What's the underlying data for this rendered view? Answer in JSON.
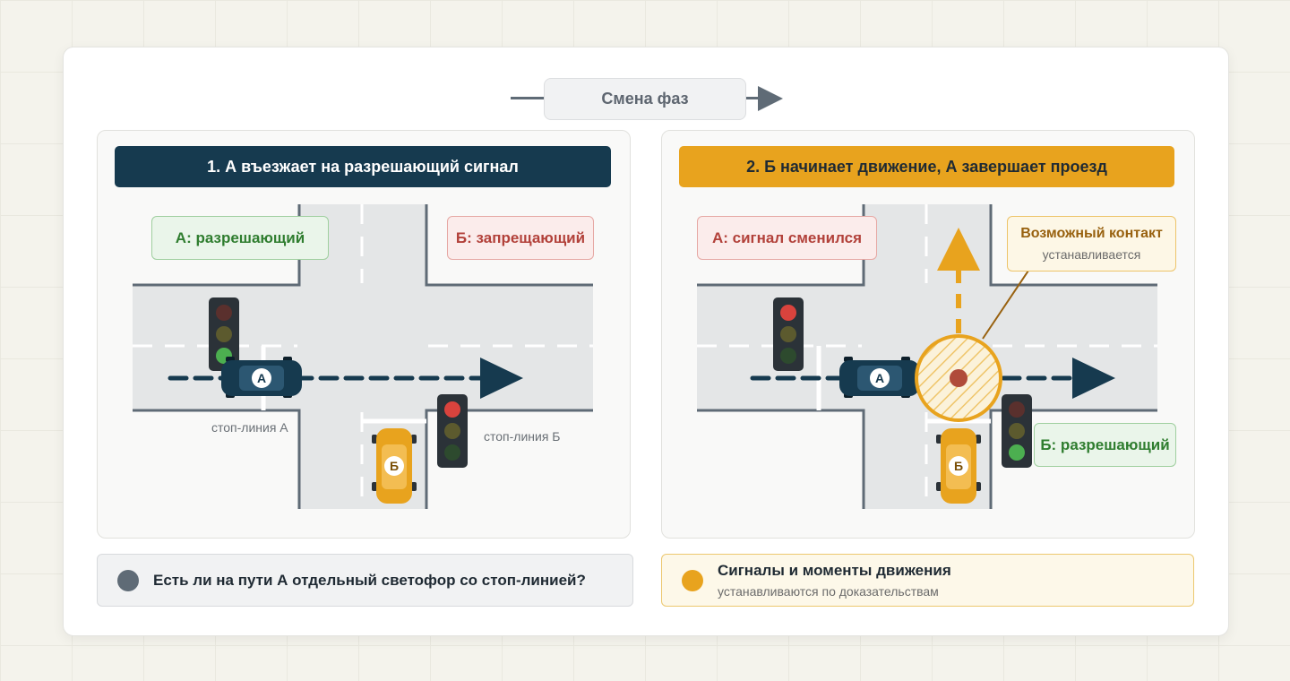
{
  "header": {
    "phase_label": "Смена фаз"
  },
  "panel1": {
    "title": "1. А въезжает на разрешающий сигнал",
    "label_a": "А: разрешающий",
    "label_b": "Б: запрещающий",
    "stop_a": "стоп-линия А",
    "stop_b": "стоп-линия Б",
    "car_a": "А",
    "car_b": "Б"
  },
  "panel2": {
    "title": "2. Б начинает движение, А завершает проезд",
    "label_a": "А: сигнал сменился",
    "contact_title": "Возможный контакт",
    "contact_sub": "устанавливается",
    "label_b": "Б: разрешающий",
    "car_a": "А",
    "car_b": "Б"
  },
  "bottom": {
    "question": "Есть ли на пути А отдельный светофор со стоп-линией?",
    "info_title": "Сигналы и моменты движения",
    "info_sub": "устанавливаются по доказательствам"
  },
  "colors": {
    "dark_blue": "#163a4f",
    "amber": "#e8a31e",
    "red_on": "#d9433d",
    "green_on": "#4caf50",
    "gray": "#5f6b76"
  }
}
